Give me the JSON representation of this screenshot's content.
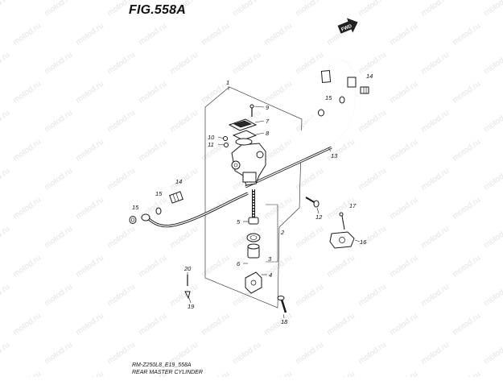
{
  "figure": {
    "title": "FIG.558A",
    "footer_line1": "RM-Z250L8_E19_558A",
    "footer_line2": "REAR MASTER CYLINDER",
    "watermark": "motod.ru",
    "direction_label": "FWD"
  },
  "callouts": [
    {
      "id": "1",
      "label": "1"
    },
    {
      "id": "2",
      "label": "2"
    },
    {
      "id": "3",
      "label": "3"
    },
    {
      "id": "4",
      "label": "4"
    },
    {
      "id": "5",
      "label": "5"
    },
    {
      "id": "6",
      "label": "6"
    },
    {
      "id": "7",
      "label": "7"
    },
    {
      "id": "8",
      "label": "8"
    },
    {
      "id": "9",
      "label": "9"
    },
    {
      "id": "10",
      "label": "10"
    },
    {
      "id": "11",
      "label": "11"
    },
    {
      "id": "12",
      "label": "12"
    },
    {
      "id": "13",
      "label": "13"
    },
    {
      "id": "14a",
      "label": "14"
    },
    {
      "id": "14b",
      "label": "14"
    },
    {
      "id": "15a",
      "label": "15"
    },
    {
      "id": "15b",
      "label": "15"
    },
    {
      "id": "15c",
      "label": "15"
    },
    {
      "id": "16",
      "label": "16"
    },
    {
      "id": "17",
      "label": "17"
    },
    {
      "id": "18",
      "label": "18"
    },
    {
      "id": "19",
      "label": "19"
    },
    {
      "id": "20",
      "label": "20"
    }
  ]
}
